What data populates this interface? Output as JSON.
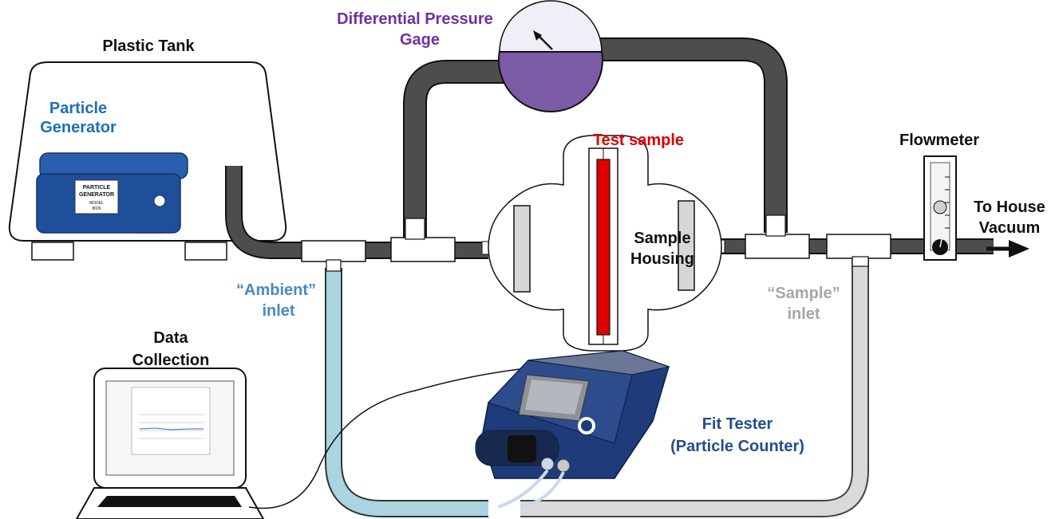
{
  "colors": {
    "pipe": "#4d4d4d",
    "pipe_stroke": "#111111",
    "gauge": "#7b5ba6",
    "ambient_tube": "#a9d4e0",
    "sample_tube": "#d9d9d9",
    "test_sample": "#e00000",
    "fit_tester_body": "#1f3b7a",
    "blue_label": "#1f6fb8",
    "purple_label": "#7030a0",
    "red_label": "#e00000",
    "navy_label": "#264c8c",
    "ambient_label": "#4a88c2",
    "sample_label": "#a6a6a6"
  },
  "labels": {
    "plastic_tank": "Plastic Tank",
    "particle_generator_1": "Particle",
    "particle_generator_2": "Generator",
    "gauge_1": "Differential Pressure",
    "gauge_2": "Gage",
    "test_sample": "Test sample",
    "flowmeter": "Flowmeter",
    "house_vacuum_1": "To House",
    "house_vacuum_2": "Vacuum",
    "housing_1": "Sample",
    "housing_2": "Housing",
    "ambient_1": "“Ambient”",
    "ambient_2": "inlet",
    "sample_inlet_1": "“Sample”",
    "sample_inlet_2": "inlet",
    "data_1": "Data",
    "data_2": "Collection",
    "fit_tester_1": "Fit Tester",
    "fit_tester_2": "(Particle Counter)"
  },
  "device_text": {
    "generator_line1": "PARTICLE",
    "generator_line2": "GENERATOR",
    "generator_line3": "MODEL",
    "generator_line4": "8026"
  },
  "icons": {
    "generator": "particle-generator-image",
    "laptop": "laptop-image",
    "fit_tester": "fit-tester-image",
    "arrow": "arrow-right-icon"
  }
}
